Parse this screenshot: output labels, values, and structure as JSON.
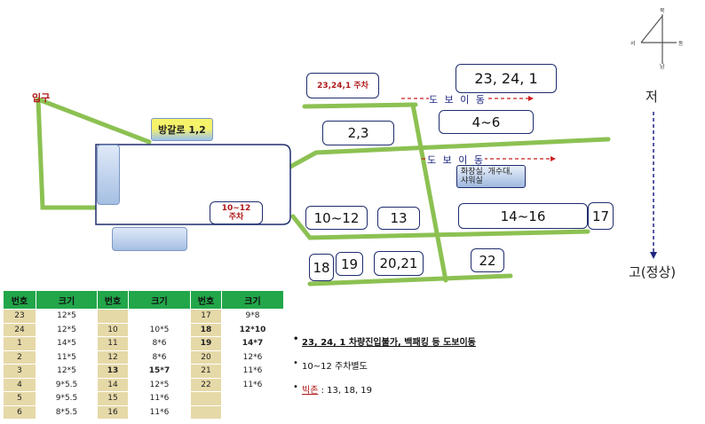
{
  "labels": {
    "entrance": "입구",
    "bangalro": "방갈로 1,2",
    "parking_10_12_line1": "10~12",
    "parking_10_12_line2": "주차",
    "parking_23": "23,24,1 주차",
    "walk1": "도 보 이 동",
    "walk2": "도 보 이 동",
    "facility": "화장실, 개수대, 샤워실",
    "top_side": "저",
    "bottom_side": "고(정상)"
  },
  "sites": {
    "s23_24_1": "23,  24,  1",
    "s4_6": "4~6",
    "s2_3": "2,3",
    "s10_12": "10~12",
    "s13": "13",
    "s14_16": "14~16",
    "s17": "17",
    "s18": "18",
    "s19": "19",
    "s20_21": "20,21",
    "s22": "22"
  },
  "compass": {
    "n": "북",
    "s": "남",
    "w": "서",
    "e": "동"
  },
  "table": {
    "headers": [
      "번호",
      "크기",
      "번호",
      "크기",
      "번호",
      "크기"
    ],
    "rows": [
      [
        {
          "n": "23",
          "s": "12*5"
        },
        {
          "n": "",
          "s": ""
        },
        {
          "n": "17",
          "s": "9*8"
        }
      ],
      [
        {
          "n": "24",
          "s": "12*5"
        },
        {
          "n": "10",
          "s": "10*5"
        },
        {
          "n": "18",
          "s": "12*10",
          "b": true
        }
      ],
      [
        {
          "n": "1",
          "s": "14*5"
        },
        {
          "n": "11",
          "s": "8*6"
        },
        {
          "n": "19",
          "s": "14*7",
          "b": true
        }
      ],
      [
        {
          "n": "2",
          "s": "11*5"
        },
        {
          "n": "12",
          "s": "8*6"
        },
        {
          "n": "20",
          "s": "12*6"
        }
      ],
      [
        {
          "n": "3",
          "s": "12*5"
        },
        {
          "n": "13",
          "s": "15*7",
          "b": true
        },
        {
          "n": "21",
          "s": "11*6"
        }
      ],
      [
        {
          "n": "4",
          "s": "9*5.5"
        },
        {
          "n": "14",
          "s": "12*5"
        },
        {
          "n": "22",
          "s": "11*6"
        }
      ],
      [
        {
          "n": "5",
          "s": "9*5.5"
        },
        {
          "n": "15",
          "s": "11*6"
        },
        {
          "n": "",
          "s": ""
        }
      ],
      [
        {
          "n": "6",
          "s": "8*5.5"
        },
        {
          "n": "16",
          "s": "11*6"
        },
        {
          "n": "",
          "s": ""
        }
      ]
    ]
  },
  "notes": {
    "note1": "23, 24, 1 차량진입불가, 백패킹 등 도보이동",
    "note2": "10~12 주차별도",
    "note3_label": "빅존",
    "note3_rest": " : 13, 18, 19"
  },
  "colors": {
    "road": "#8cc152",
    "border": "#1f2d6e",
    "red_text": "#b01818",
    "walk_arrow": "#cc1f1f",
    "table_header": "#22a64a",
    "table_num": "#e6d9a8",
    "dashed_arrow": "#1d2580",
    "bangalro_yellow": "#f6f26a",
    "bangalro_blue": "#9cc2ea"
  }
}
